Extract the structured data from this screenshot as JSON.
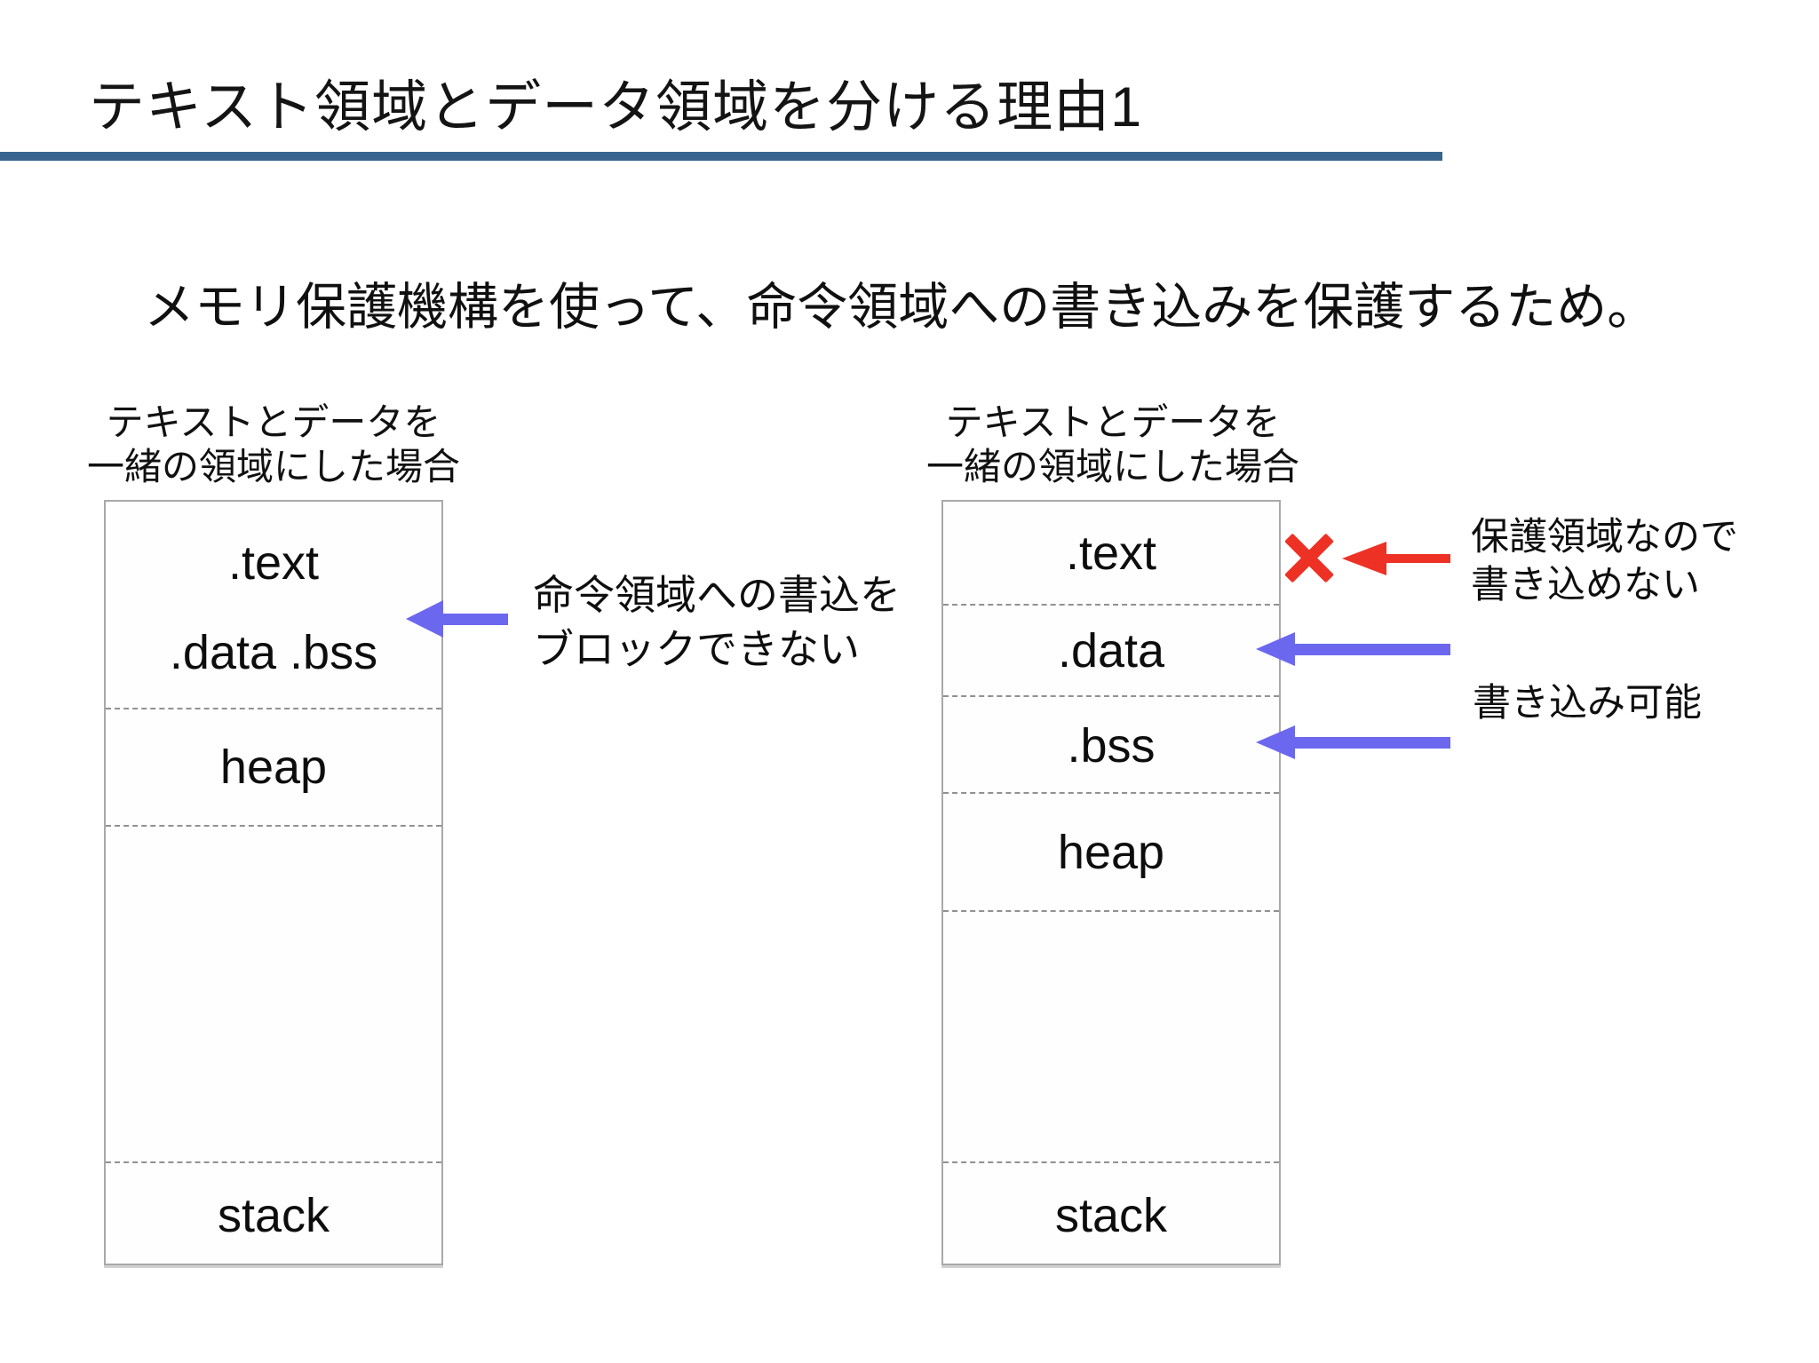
{
  "header": {
    "title": "テキスト領域とデータ領域を分ける理由1",
    "underline_color": "#38658F"
  },
  "lead": {
    "text": "メモリ保護機構を使って、命令領域への書き込みを保護するため。"
  },
  "colors": {
    "arrow_blue": "#6B68EF",
    "arrow_red": "#EE3125",
    "box_border": "#A9A9A9",
    "divider_dash": "#919191"
  },
  "left_panel": {
    "caption_line1": "テキストとデータを",
    "caption_line2": "一緒の領域にした場合",
    "sections": [
      ".text",
      ".data .bss",
      "heap",
      "stack"
    ],
    "annotation_line1": "命令領域への書込を",
    "annotation_line2": "ブロックできない"
  },
  "right_panel": {
    "caption_line1": "テキストとデータを",
    "caption_line2": "一緒の領域にした場合",
    "sections": [
      ".text",
      ".data",
      ".bss",
      "heap",
      "stack"
    ],
    "protected_note_line1": "保護領域なので",
    "protected_note_line2": "書き込めない",
    "writable_note": "書き込み可能"
  }
}
